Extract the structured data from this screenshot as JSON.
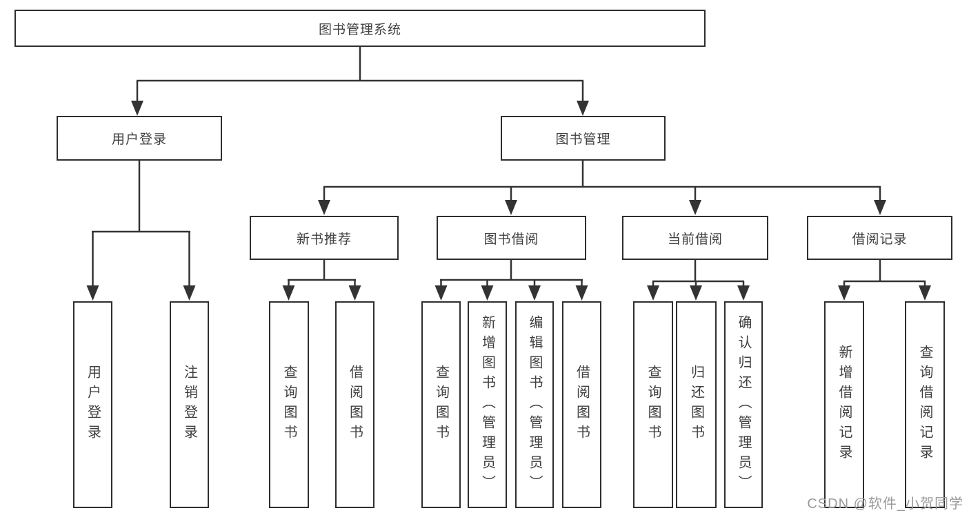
{
  "tree": {
    "label": "图书管理系统",
    "children": [
      {
        "label": "用户登录",
        "children": [
          {
            "label": "用户登录"
          },
          {
            "label": "注销登录"
          }
        ]
      },
      {
        "label": "图书管理",
        "children": [
          {
            "label": "新书推荐",
            "children": [
              {
                "label": "查询图书"
              },
              {
                "label": "借阅图书"
              }
            ]
          },
          {
            "label": "图书借阅",
            "children": [
              {
                "label": "查询图书"
              },
              {
                "label": "新增图书（管理员）"
              },
              {
                "label": "编辑图书（管理员）"
              },
              {
                "label": "借阅图书"
              }
            ]
          },
          {
            "label": "当前借阅",
            "children": [
              {
                "label": "查询图书"
              },
              {
                "label": "归还图书"
              },
              {
                "label": "确认归还（管理员）"
              }
            ]
          },
          {
            "label": "借阅记录",
            "children": [
              {
                "label": "新增借阅记录"
              },
              {
                "label": "查询借阅记录"
              }
            ]
          }
        ]
      }
    ]
  },
  "watermark": "CSDN @软件_小贺同学",
  "colors": {
    "background": "#ffffff",
    "line": "#333333",
    "box_border": "#2e2e2e",
    "text": "#404040",
    "watermark": "#9a9a9a"
  }
}
